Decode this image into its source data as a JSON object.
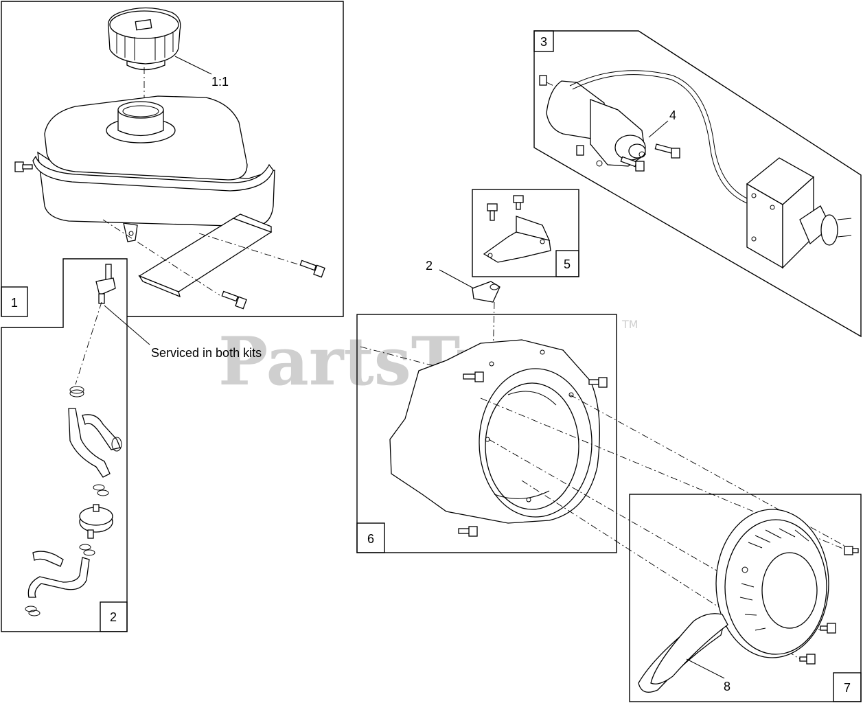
{
  "watermark": {
    "text": "PartsTree",
    "tm": "TM"
  },
  "kits": [
    {
      "id": "kit-1",
      "number": "1"
    },
    {
      "id": "kit-2",
      "number": "2"
    },
    {
      "id": "kit-3",
      "number": "3"
    },
    {
      "id": "kit-5",
      "number": "5"
    },
    {
      "id": "kit-6",
      "number": "6"
    },
    {
      "id": "kit-7",
      "number": "7"
    }
  ],
  "callouts": {
    "fuel_cap": "1:1",
    "starter_motor": "4",
    "bracket_clip": "2",
    "recoil_handle": "8",
    "fuel_valve_note": "Serviced in both kits"
  }
}
